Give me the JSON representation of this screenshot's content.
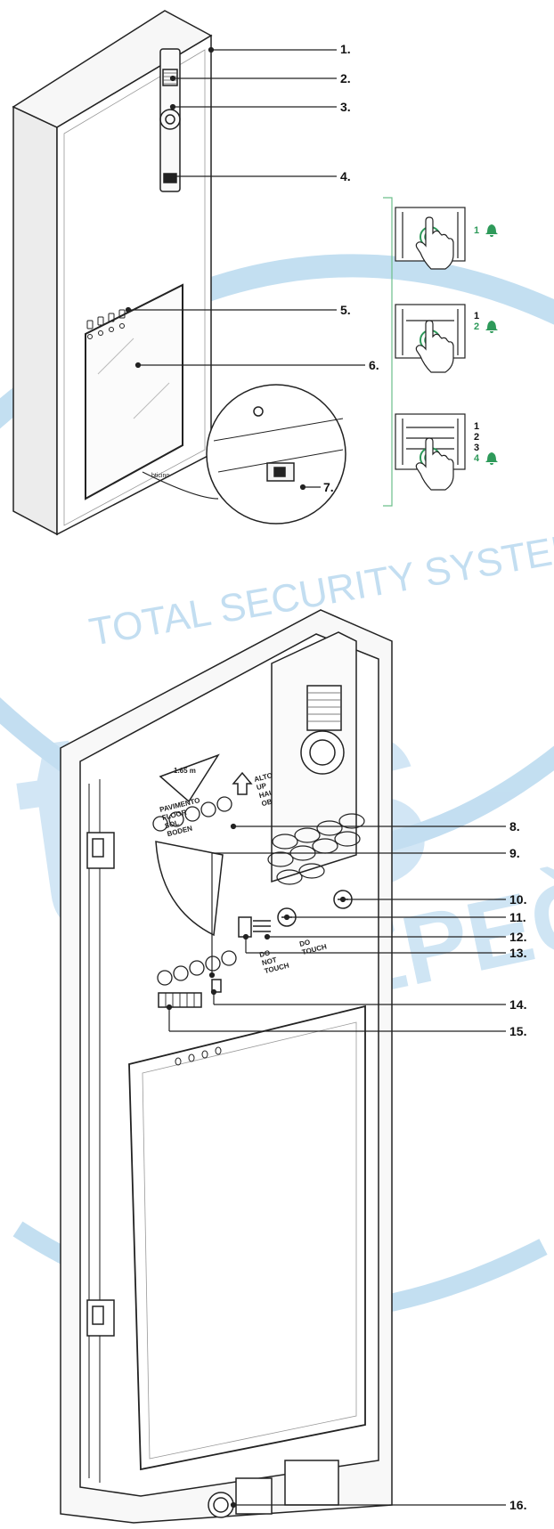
{
  "watermark": {
    "tagline": "TOTAL SECURITY SYSTEMS",
    "logo": "tss",
    "sub": "ZABEZPEČ",
    "color": "#b9d9ef"
  },
  "device_marks": {
    "floor_level": "1.65 m",
    "floor_words": [
      "PAVIMENTO",
      "FLOOR",
      "SOL",
      "BODEN"
    ],
    "up_words": [
      "ALTO",
      "UP",
      "HAUT",
      "OBEN"
    ],
    "do_not_touch": [
      "DO",
      "NOT",
      "TOUCH"
    ],
    "do_not_touch_2": [
      "DO",
      "TOUCH"
    ],
    "brand_plate": "bticino"
  },
  "callout_labels": [
    "1.",
    "2.",
    "3.",
    "4.",
    "5.",
    "6.",
    "7.",
    "8.",
    "9.",
    "10.",
    "11.",
    "12.",
    "13.",
    "14.",
    "15.",
    "16."
  ],
  "button_panels": [
    {
      "numbers": [
        "1"
      ],
      "bell_number": "1"
    },
    {
      "numbers": [
        "1",
        "2"
      ],
      "bell_number": "2"
    },
    {
      "numbers": [
        "1",
        "2",
        "3",
        "4"
      ],
      "bell_number": "4"
    }
  ],
  "colors": {
    "bell": "#2e9a5a",
    "line": "#222222",
    "panel_border": "#6cbf8a"
  }
}
